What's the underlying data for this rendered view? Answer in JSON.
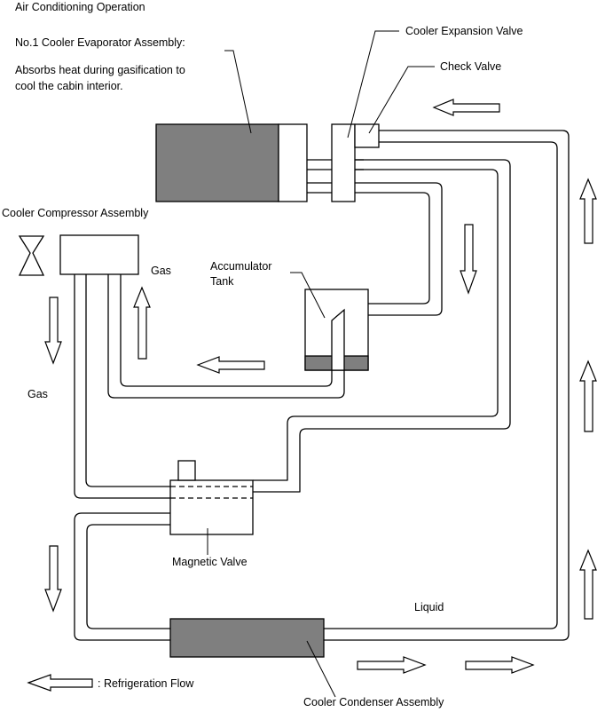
{
  "title": "Air Conditioning Operation",
  "labels": {
    "evaporator": "No.1 Cooler Evaporator Assembly:",
    "evaporator_desc_line1": "Absorbs heat during gasification to",
    "evaporator_desc_line2": "cool the cabin interior.",
    "expansion_valve": "Cooler Expansion Valve",
    "check_valve": "Check Valve",
    "compressor": "Cooler Compressor Assembly",
    "gas_right": "Gas",
    "accumulator_line1": "Accumulator",
    "accumulator_line2": "Tank",
    "gas_left": "Gas",
    "magnetic_valve": "Magnetic Valve",
    "liquid": "Liquid",
    "legend": ": Refrigeration Flow",
    "condenser": "Cooler Condenser Assembly"
  },
  "colors": {
    "component_fill": "#7f7f7f",
    "line": "#000000",
    "background": "#ffffff"
  }
}
